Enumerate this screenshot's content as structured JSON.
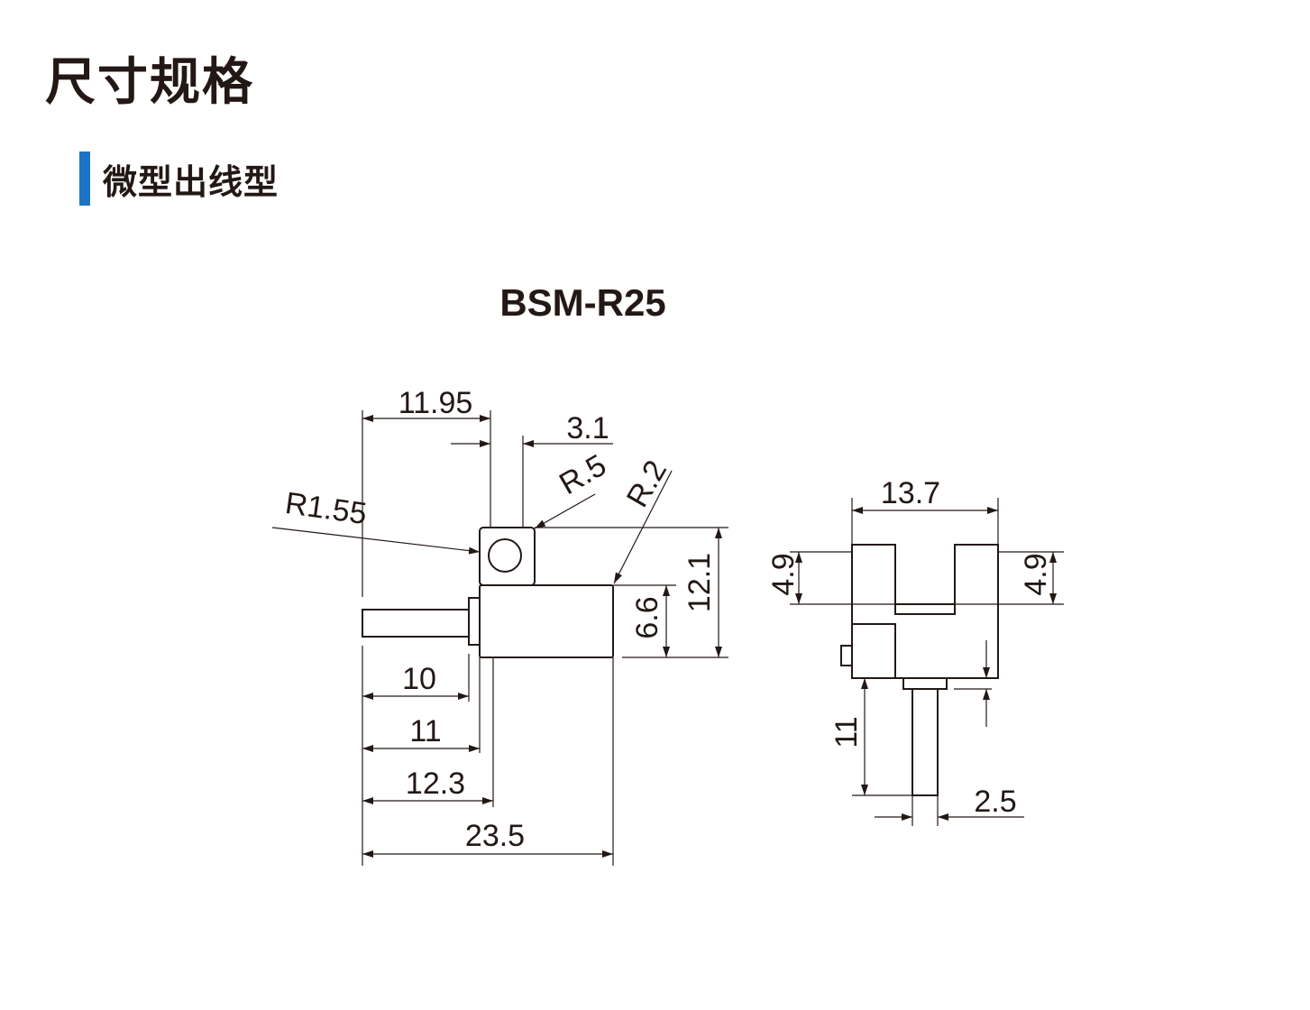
{
  "page": {
    "title": "尺寸规格",
    "section_title": "微型出线型",
    "accent_color": "#1d74c4"
  },
  "drawing": {
    "model": "BSM-R25",
    "side_view": {
      "top_width": "11.95",
      "block_width": "3.1",
      "radius_small": "R.5",
      "radius_corner": "R.2",
      "radius_hole": "R1.55",
      "total_height": "12.1",
      "body_height": "6.6",
      "cable_length": "10",
      "nut_position": "11",
      "body_start": "12.3",
      "total_length": "23.5"
    },
    "front_view": {
      "width": "13.7",
      "slot_depth_left": "4.9",
      "slot_depth_right": "4.9",
      "cable_length": "11",
      "cable_diameter": "2.5"
    }
  }
}
